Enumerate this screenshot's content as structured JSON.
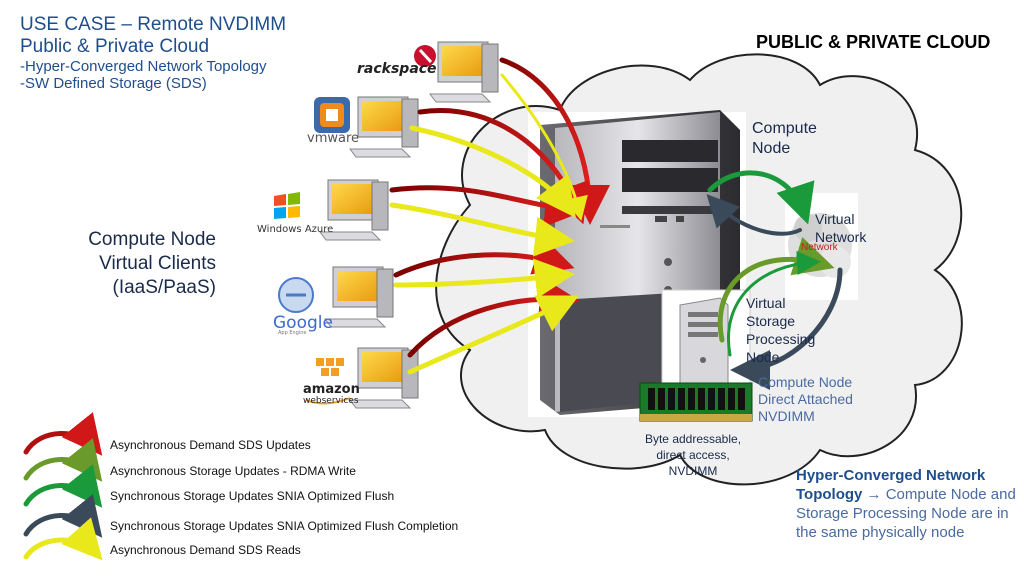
{
  "title": {
    "line1": "USE CASE – Remote NVDIMM",
    "line2": "Public & Private Cloud"
  },
  "subtitle": {
    "line1": "-Hyper-Converged Network Topology",
    "line2": "-SW Defined Storage (SDS)"
  },
  "cloud_title": "PUBLIC & PRIVATE CLOUD",
  "clients_label": {
    "line1": "Compute Node",
    "line2": "Virtual Clients",
    "line3": "(IaaS/PaaS)"
  },
  "providers": [
    {
      "name": "rackspace"
    },
    {
      "name": "vmware"
    },
    {
      "name": "Windows Azure"
    },
    {
      "name": "Google",
      "sub": "App Engine"
    },
    {
      "name": "amazon",
      "sub": "webservices"
    }
  ],
  "compute_node": {
    "line1": "Compute",
    "line2": "Node"
  },
  "virtual_network": {
    "line1": "Virtual",
    "line2": "Network",
    "icon_text": "Network"
  },
  "storage_node": {
    "line1": "Virtual",
    "line2": "Storage",
    "line3": "Processing",
    "line4": "Node"
  },
  "nvdimm": {
    "line1": "Compute Node",
    "line2": "Direct Attached",
    "line3": "NVDIMM"
  },
  "byte_label": {
    "line1": "Byte addressable,",
    "line2": "direct access,",
    "line3": "NVDIMM"
  },
  "legend": [
    {
      "label": "Asynchronous Demand SDS Updates",
      "color": "#b01010"
    },
    {
      "label": "Asynchronous Storage Updates - RDMA Write",
      "color": "#6a9a2a"
    },
    {
      "label": "Synchronous Storage Updates SNIA Optimized Flush",
      "color": "#1a9a3a"
    },
    {
      "label": "Synchronous Storage Updates SNIA Optimized Flush Completion",
      "color": "#3a4a5a"
    },
    {
      "label": "Asynchronous Demand SDS Reads",
      "color": "#e8e81a"
    }
  ],
  "hyper_converged": {
    "bold": "Hyper-Converged Network Topology",
    "arrow": "→",
    "rest": "Compute Node and Storage Processing Node are in the same physically node"
  },
  "colors": {
    "title": "#1f4e8c",
    "cloud_fill": "#f0f0f0",
    "async_update": "#b01010",
    "async_read": "#e8e81a"
  }
}
